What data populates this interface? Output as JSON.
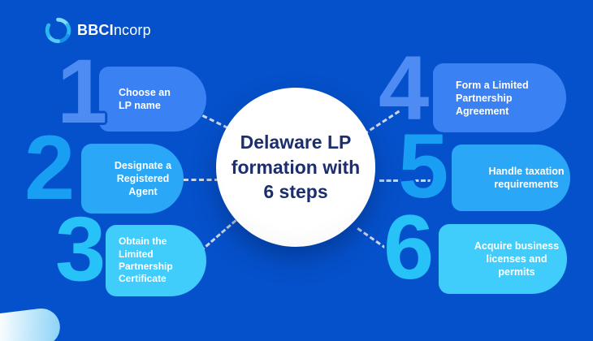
{
  "background_color": "#0551CB",
  "logo": {
    "icon": "swirl-logo-icon",
    "bold": "BBCI",
    "regular": "ncorp"
  },
  "center": {
    "title": "Delaware LP formation with 6 steps",
    "text_color": "#1B2E6D"
  },
  "connector_color": "#CBD8EC",
  "steps": [
    {
      "number": "1",
      "label": "Choose an\nLP name",
      "num_color": "#4E8CF3",
      "pill_color": "#3A81F3"
    },
    {
      "number": "2",
      "label": "Designate a\nRegistered\nAgent",
      "num_color": "#189EF3",
      "pill_color": "#2AA7F6"
    },
    {
      "number": "3",
      "label": "Obtain the\nLimited\nPartnership\nCertificate",
      "num_color": "#27C2F8",
      "pill_color": "#40CDFB"
    },
    {
      "number": "4",
      "label": "Form a Limited\nPartnership\nAgreement",
      "num_color": "#4E8CF3",
      "pill_color": "#3A81F3"
    },
    {
      "number": "5",
      "label": "Handle taxation\nrequirements",
      "num_color": "#189EF3",
      "pill_color": "#2AA7F6"
    },
    {
      "number": "6",
      "label": "Acquire business\nlicenses and\npermits",
      "num_color": "#27C2F8",
      "pill_color": "#40CDFB"
    }
  ]
}
